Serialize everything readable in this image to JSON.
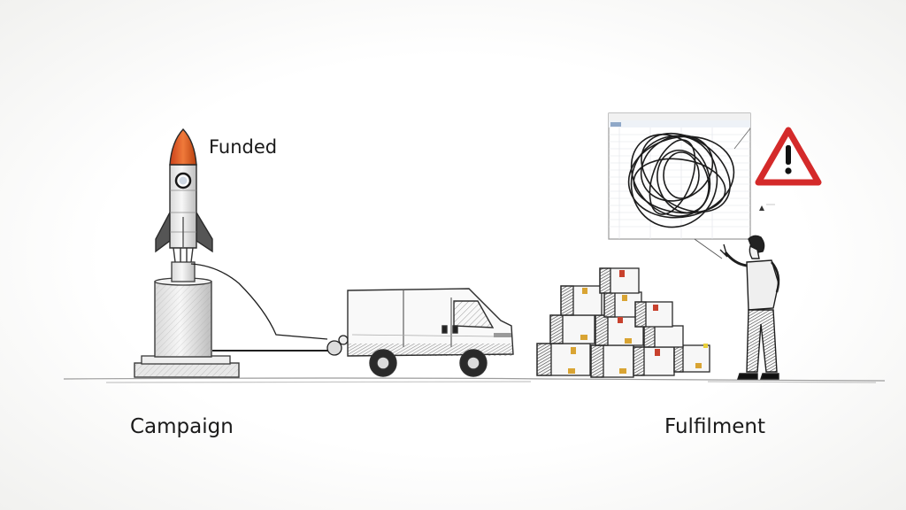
{
  "illustration": {
    "style": "pencil-sketch",
    "labels": {
      "funded": "Funded",
      "campaign": "Campaign",
      "fulfilment": "Fulfilment"
    },
    "elements": [
      {
        "name": "rocket",
        "stage": "funded"
      },
      {
        "name": "pedestal",
        "stage": "campaign"
      },
      {
        "name": "delivery-van",
        "stage": "transit"
      },
      {
        "name": "box-stack",
        "stage": "fulfilment"
      },
      {
        "name": "spreadsheet-with-scribble",
        "stage": "fulfilment"
      },
      {
        "name": "warning-sign",
        "stage": "fulfilment"
      },
      {
        "name": "person-gesturing",
        "stage": "fulfilment"
      }
    ],
    "colors": {
      "rocket_nose": "#e0571f",
      "warning_red": "#d42a2a",
      "box_tape": "#d9a433",
      "box_label_red": "#c8412d",
      "sketch_ink": "#2a2a2a",
      "background": "#fbfbfa"
    }
  }
}
